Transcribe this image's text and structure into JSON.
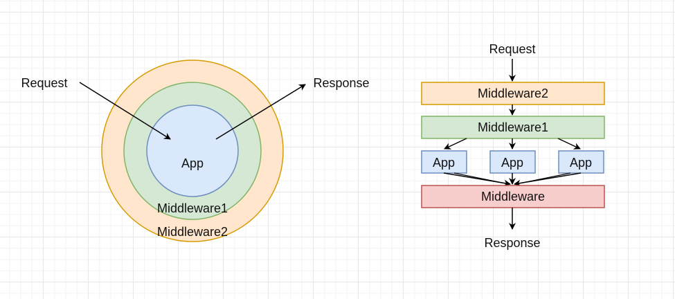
{
  "left_diagram": {
    "outer_circle_label": "Middleware2",
    "middle_circle_label": "Middleware1",
    "inner_circle_label": "App",
    "request_label": "Request",
    "response_label": "Response"
  },
  "right_diagram": {
    "request_label": "Request",
    "middleware2_label": "Middleware2",
    "middleware1_label": "Middleware1",
    "apps": [
      {
        "label": "App"
      },
      {
        "label": "App"
      },
      {
        "label": "App"
      }
    ],
    "middleware_label": "Middleware",
    "response_label": "Response"
  },
  "colors": {
    "orange_fill": "#ffe6cc",
    "orange_stroke": "#d79b00",
    "green_fill": "#d5e8d4",
    "green_stroke": "#82b366",
    "blue_fill": "#dae8fc",
    "blue_stroke": "#6c8ebf",
    "red_fill": "#f8cecc",
    "red_stroke": "#b85450"
  }
}
